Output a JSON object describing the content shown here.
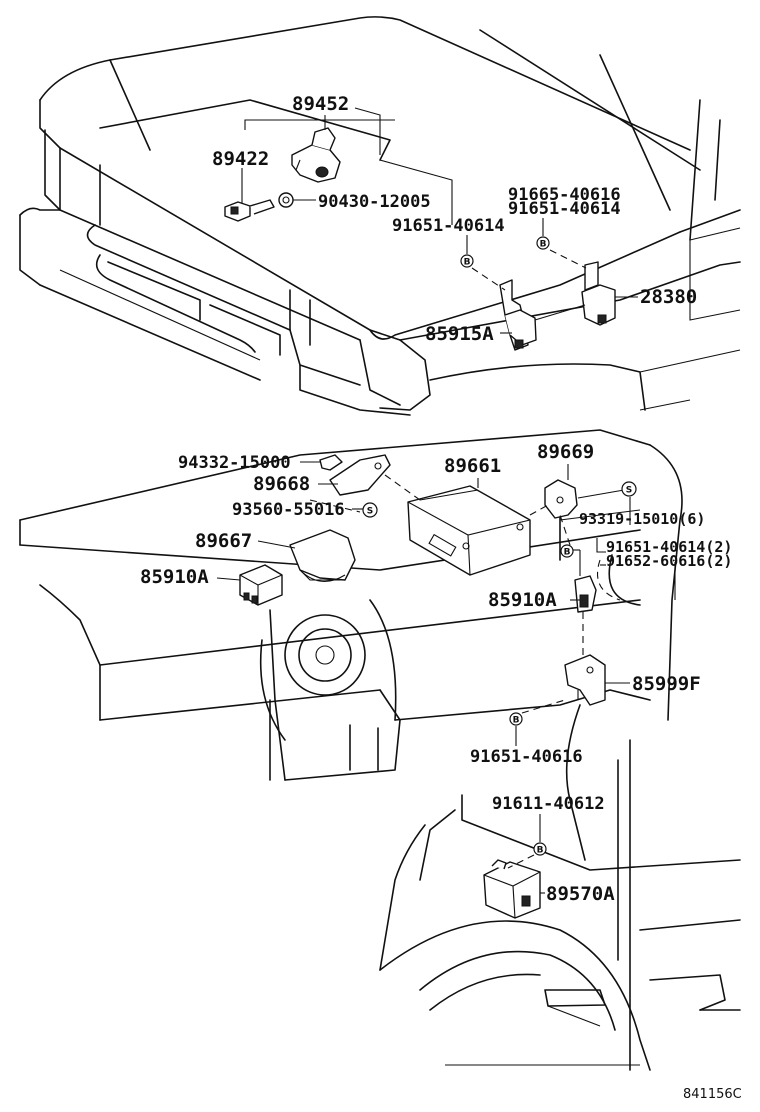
{
  "labels": {
    "p89452": "89452",
    "p89422": "89422",
    "p90430": "90430-12005",
    "p91665": "91665-40616",
    "p91651a": "91651-40614",
    "p91651b": "91651-40614",
    "p28380": "28380",
    "p85915": "85915A",
    "p94332": "94332-15000",
    "p89668": "89668",
    "p93560": "93560-55016",
    "p89661": "89661",
    "p89669": "89669",
    "p93319": "93319-15010(6)",
    "p91651c": "91651-40614(2)",
    "p91652": "91652-60616(2)",
    "p89667": "89667",
    "p85910a": "85910A",
    "p85910b": "85910A",
    "p85999": "85999F",
    "p91651d": "91651-40616",
    "p91611": "91611-40612",
    "p89570": "89570A"
  },
  "symbols": {
    "bolt": "B",
    "screw": "S"
  },
  "reference": "841156C"
}
